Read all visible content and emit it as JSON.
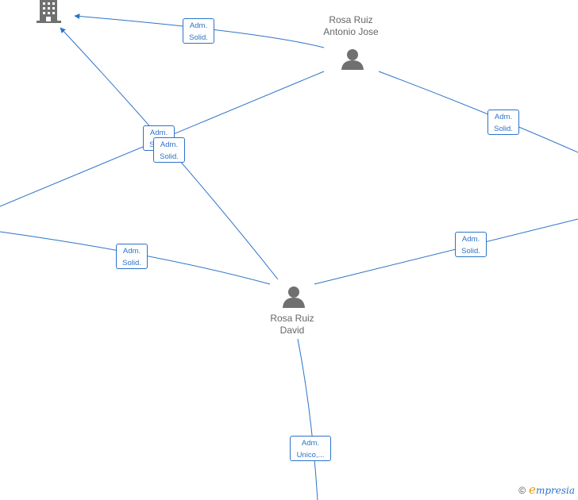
{
  "nodes": {
    "person_antonio": {
      "line1": "Rosa Ruiz",
      "line2": "Antonio Jose",
      "icon": "person-icon"
    },
    "person_david": {
      "line1": "Rosa Ruiz",
      "line2": "David",
      "icon": "person-icon"
    },
    "company": {
      "icon": "building-icon"
    }
  },
  "edge_labels": [
    {
      "line1": "Adm.",
      "line2": "Solid."
    },
    {
      "line1": "Adm.",
      "line2": "Solid."
    },
    {
      "line1": "Adm.",
      "line2": "Solid."
    },
    {
      "line1": "Adm.",
      "line2": "Solid."
    },
    {
      "line1": "Adm.",
      "line2": "Solid."
    },
    {
      "line1": "Adm.",
      "line2": "Solid."
    },
    {
      "line1": "Adm.",
      "line2": "Unico,..."
    }
  ],
  "brand": {
    "copyright": "©",
    "initial": "e",
    "rest": "mpresia"
  },
  "colors": {
    "edge": "#2d73c8",
    "icon": "#707070",
    "text": "#666666"
  }
}
